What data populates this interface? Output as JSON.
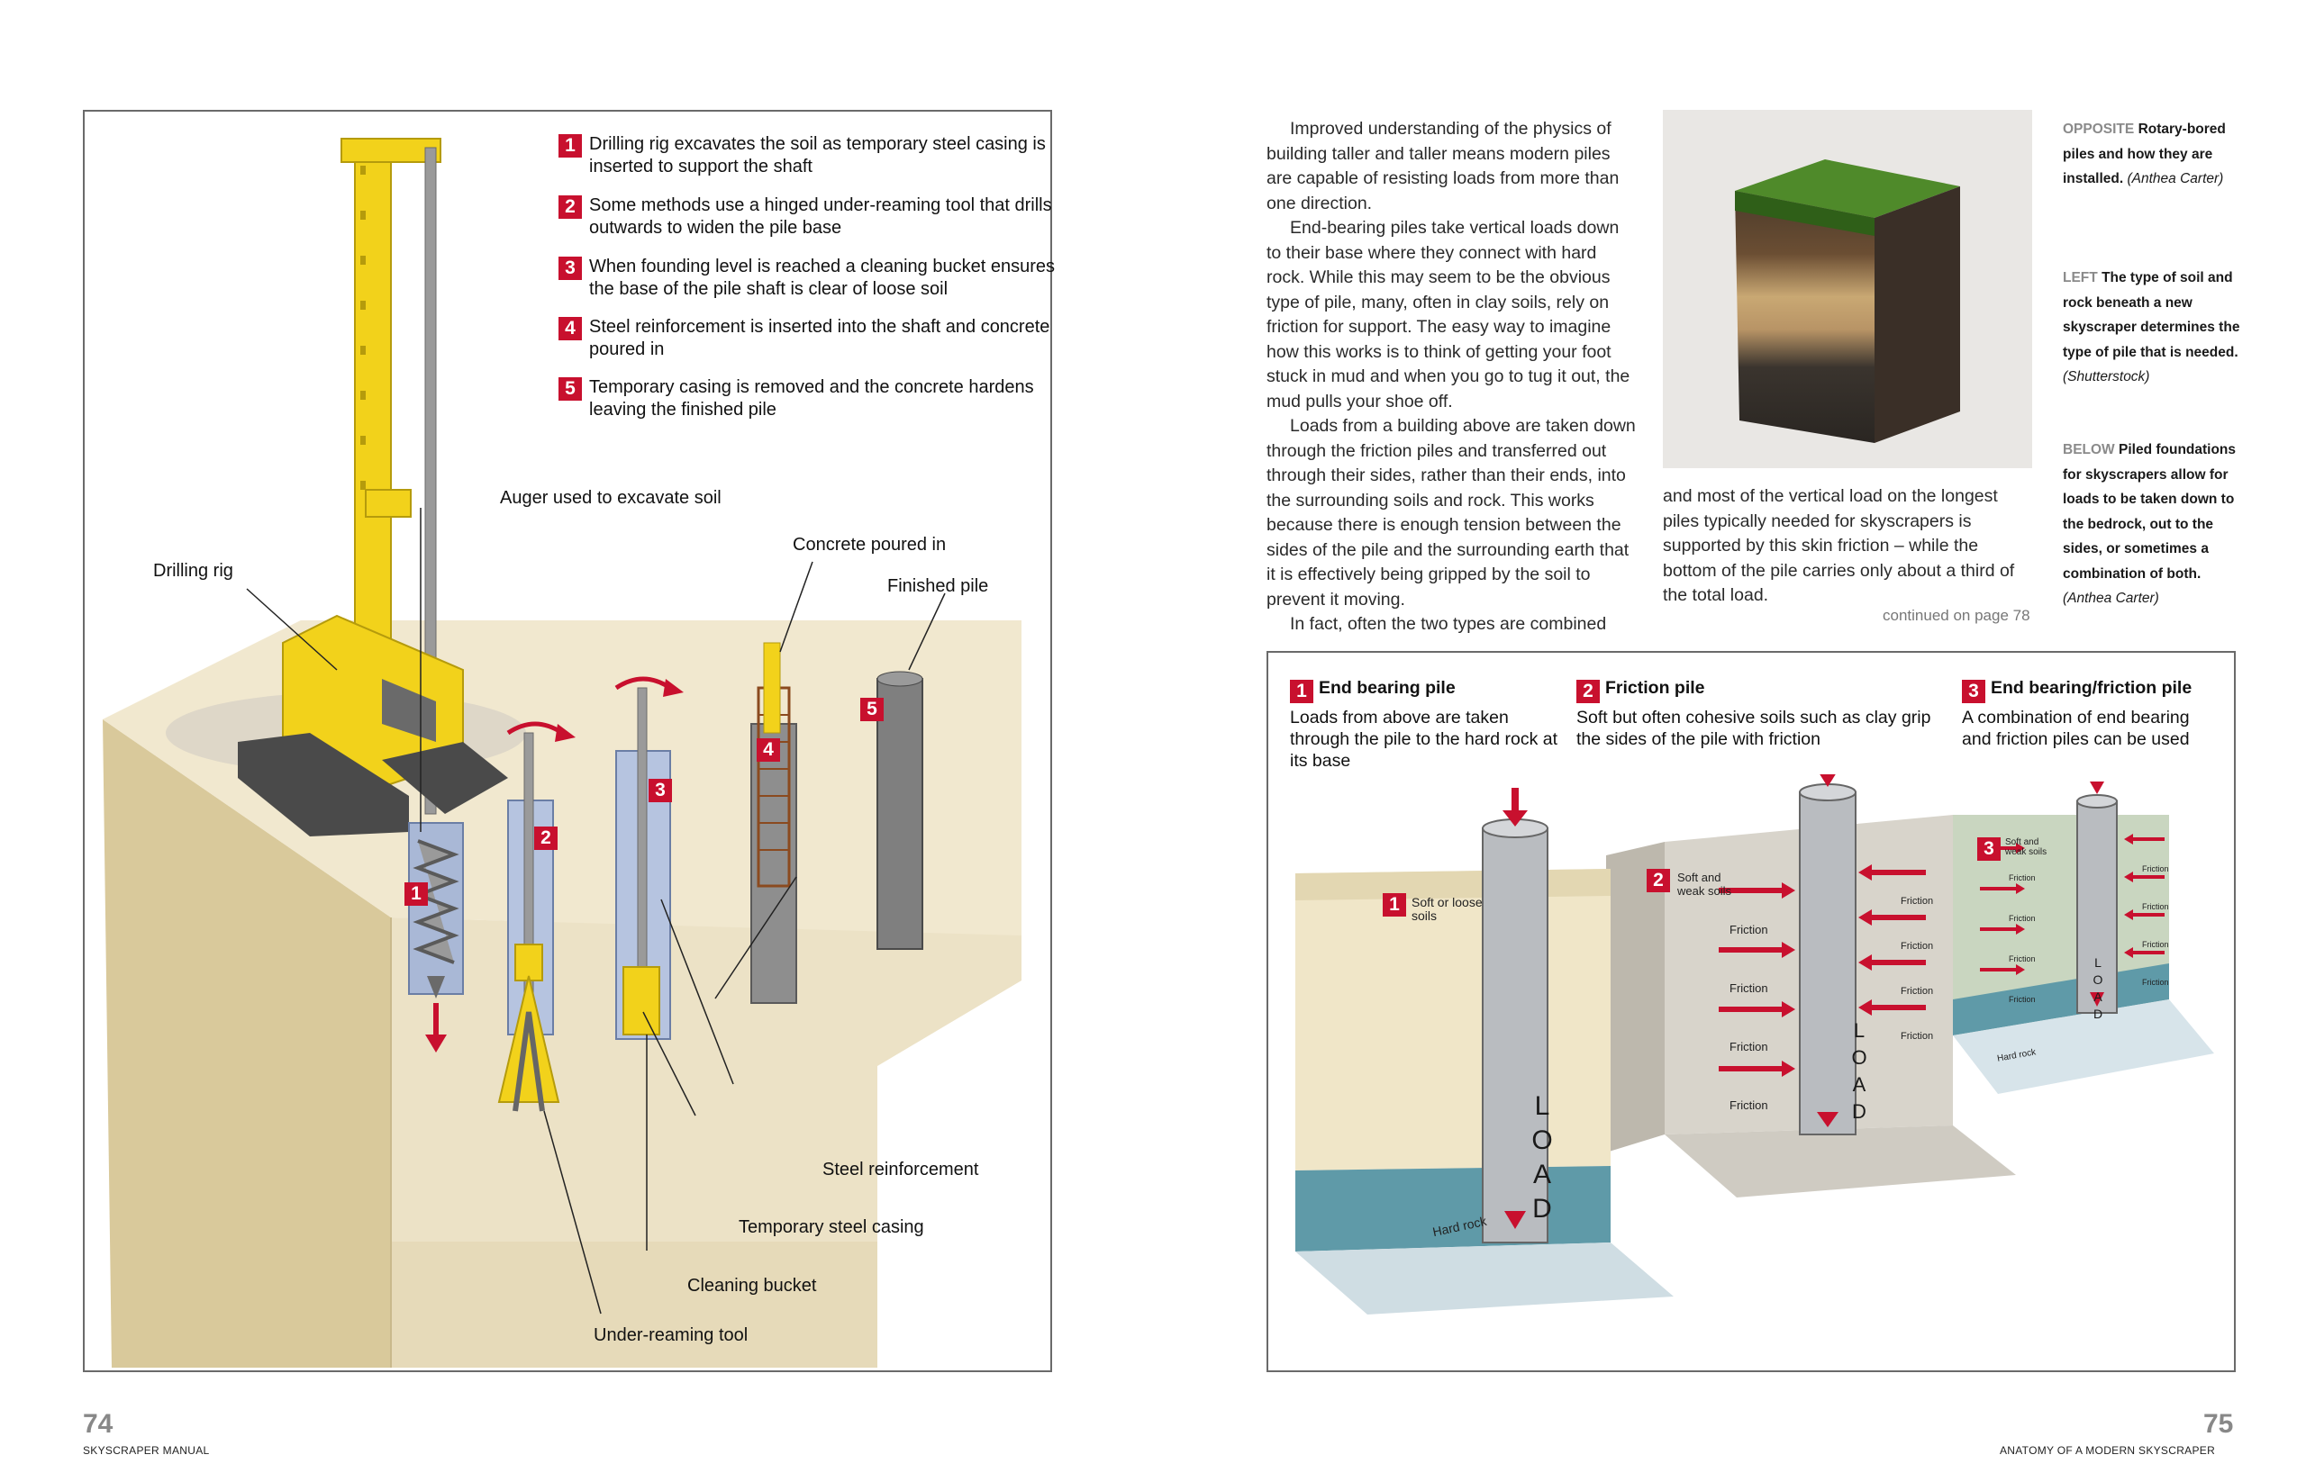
{
  "left_page": {
    "steps": [
      {
        "num": "1",
        "text": "Drilling rig excavates the soil as temporary steel casing is inserted to support the shaft"
      },
      {
        "num": "2",
        "text": "Some methods use a hinged under-reaming tool that drills outwards to widen the pile base"
      },
      {
        "num": "3",
        "text": "When founding level is reached a cleaning bucket ensures the base of the pile shaft is clear of loose soil"
      },
      {
        "num": "4",
        "text": "Steel reinforcement is inserted into the shaft and concrete poured in"
      },
      {
        "num": "5",
        "text": "Temporary casing is removed and the concrete hardens leaving the finished pile"
      }
    ],
    "labels": {
      "auger": "Auger used to excavate soil",
      "drilling_rig": "Drilling rig",
      "concrete_poured": "Concrete poured in",
      "finished_pile": "Finished pile",
      "steel_reinforcement": "Steel reinforcement",
      "temp_casing": "Temporary steel casing",
      "cleaning_bucket": "Cleaning bucket",
      "under_reaming": "Under-reaming tool"
    },
    "hole_numbers": [
      "1",
      "2",
      "3",
      "4",
      "5"
    ],
    "page_number": "74",
    "running_head": "SKYSCRAPER MANUAL"
  },
  "right_page": {
    "body_paragraphs": [
      "Improved understanding of the physics of building taller and taller means modern piles are capable of resisting loads from more than one direction.",
      "End-bearing piles take vertical loads down to their base where they connect with hard rock. While this may seem to be the obvious type of pile, many, often in clay soils, rely on friction for support. The easy way to imagine how this works is to think of getting your foot stuck in mud and when you go to tug it out, the mud pulls your shoe off.",
      "Loads from a building above are taken down through the friction piles and transferred out through their sides, rather than their ends, into the surrounding soils and rock. This works because there is enough tension between the sides of the pile and the surrounding earth that it is effectively being gripped by the soil to prevent it moving.",
      "In fact, often the two types are combined"
    ],
    "body_continued": "and most of the vertical load on the longest piles typically needed for skyscrapers is supported by this skin friction – while the bottom of the pile carries only about a third of the total load.",
    "continued": "continued on page 78",
    "captions": [
      {
        "head": "OPPOSITE",
        "text": "Rotary-bored piles and how they are installed.",
        "source": "(Anthea Carter)"
      },
      {
        "head": "LEFT",
        "text": "The type of soil and rock beneath a new skyscraper determines the type of pile that is needed.",
        "source": "(Shutterstock)"
      },
      {
        "head": "BELOW",
        "text": "Piled foundations for skyscrapers allow for loads to be taken down to the bedrock, out to the sides, or sometimes a combination of both.",
        "source": "(Anthea Carter)"
      }
    ],
    "pile_types": [
      {
        "num": "1",
        "title": "End bearing pile",
        "desc": "Loads from above are taken through the pile to the hard rock at its base"
      },
      {
        "num": "2",
        "title": "Friction pile",
        "desc": "Soft but often cohesive soils such as clay grip the sides of the pile with friction"
      },
      {
        "num": "3",
        "title": "End bearing/friction pile",
        "desc": "A combination of end bearing and friction piles can be used"
      }
    ],
    "diagram_labels": {
      "soft_loose": "Soft or loose soils",
      "soft_weak": "Soft and weak soils",
      "hard_rock": "Hard rock",
      "friction": "Friction",
      "load": "LOAD"
    },
    "page_number": "75",
    "running_head": "ANATOMY OF A MODERN SKYSCRAPER"
  },
  "colors": {
    "accent_red": "#c8102e",
    "rig_yellow": "#f2d21b",
    "soil_beige": "#e8dcc0",
    "rock_teal": "#5f9aa8"
  }
}
